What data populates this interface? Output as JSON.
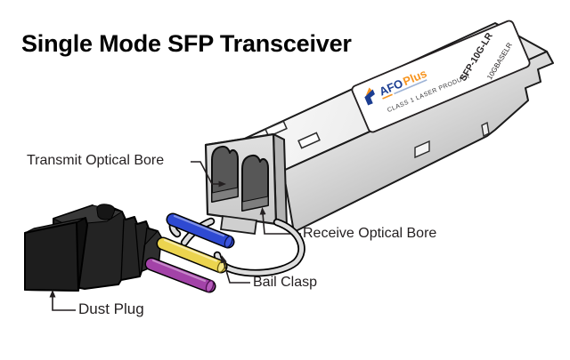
{
  "title": "Single Mode SFP Transceiver",
  "callouts": {
    "transmit_bore": "Transmit Optical Bore",
    "receive_bore": "Receive Optical Bore",
    "bail_clasp": "Bail Clasp",
    "dust_plug": "Dust Plug"
  },
  "sticker": {
    "brand_afo": "AFO",
    "brand_plus": "Plus",
    "class_line": "CLASS 1 LASER PRODUCT",
    "model": "SFP-10G-LR",
    "standard": "10GBASELR"
  },
  "colors": {
    "outline": "#1a1a1a",
    "body_light": "#f3f3f3",
    "body_dark": "#b5b5b5",
    "bore_fill": "#575757",
    "bail_wire": "#dcdcdc",
    "rod_blue": "#2e4ad2",
    "rod_yellow": "#ecd44f",
    "rod_purple": "#a343a8",
    "dust_plug_black": "#232323",
    "brand_blue": "#1b3d91",
    "brand_orange": "#f7941e",
    "label_text": "#231f20"
  }
}
